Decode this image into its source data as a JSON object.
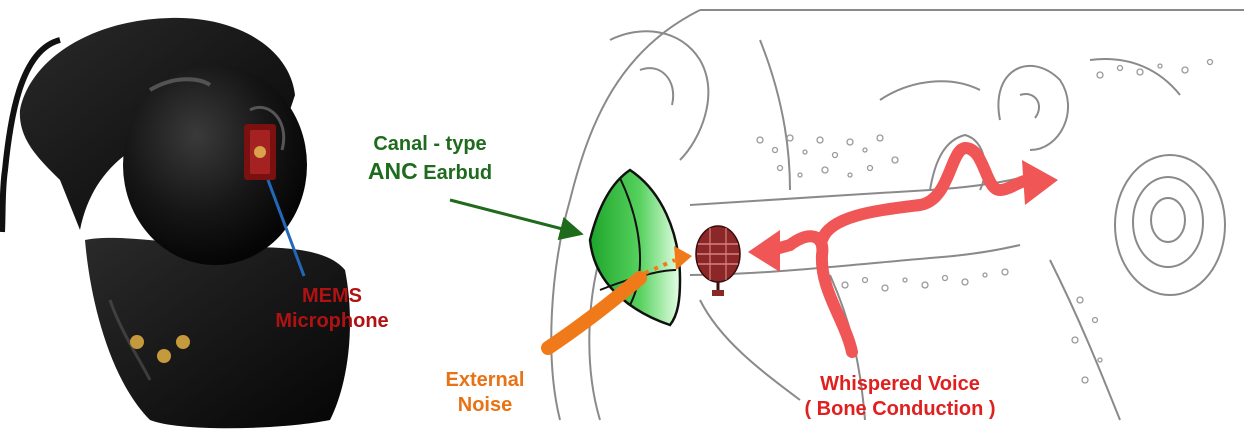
{
  "labels": {
    "mems_line1": "MEMS",
    "mems_line2": "Microphone",
    "anc_line1": "Canal - type",
    "anc_line2_strong": "ANC",
    "anc_line2_rest": " Earbud",
    "noise_line1": "External",
    "noise_line2": "Noise",
    "voice_line1": "Whispered Voice",
    "voice_line2": "( Bone Conduction )"
  },
  "colors": {
    "mems_label": "#b01212",
    "anc_label": "#1e6b1e",
    "noise_label": "#e87315",
    "voice_label": "#e0201f",
    "bone_path": "#f05656",
    "earbud_fill": "#2fbf3a",
    "mic_body": "#8b2727",
    "pointer_line": "#2368b8",
    "anc_arrow": "#1e6b1e",
    "noise_arrow": "#f07a1a"
  },
  "icons": {
    "earbud_photo": "black-earbud-photo",
    "ear_diagram": "ear-anatomy-diagram",
    "canal_earbud": "green-canal-earbud-icon",
    "microphone": "vintage-microphone-icon"
  }
}
